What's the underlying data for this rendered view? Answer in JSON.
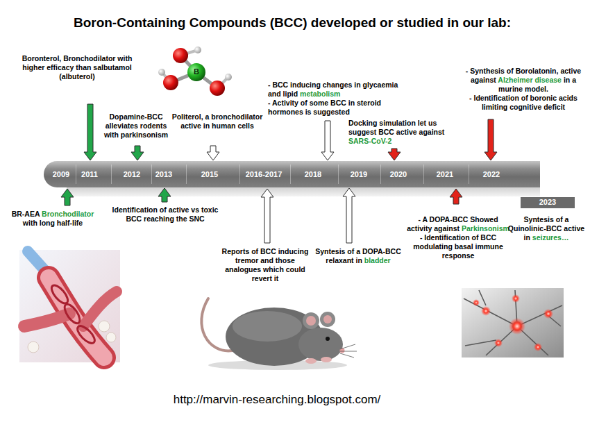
{
  "diagram": {
    "title": "Boron-Containing Compounds (BCC) developed or studied in our lab:",
    "nodes": [
      {
        "text": [
          "2009",
          "2011",
          "2012",
          "2013",
          "2015",
          "2016-2017",
          "2018",
          "2019",
          "2020",
          "2021",
          "2022"
        ]
      },
      {
        "text": [
          "2023"
        ]
      }
    ],
    "labels": [
      "Boronterol, Bronchodilator with higher efficacy than salbutamol (albuterol)",
      "Dopamine-BCC alleviates rodents with parkinsonism",
      "Politerol, a bronchodilator active in human cells",
      "- BCC inducing changes in glycaemia and lipid metabolism",
      "- Activity of some BCC in steroid hormones is suggested",
      "Docking simulation let us suggest BCC active against SARS-CoV-2",
      "- Synthesis of Borolatonin, active against Alzheimer disease in a murine model.",
      "- Identification of boronic acids limiting cognitive deficit",
      "BR-AEA Bronchodilator with long half-life",
      "Identification of active vs toxic BCC reaching the SNC",
      "Reports of BCC inducing tremor and those analogues which could revert it",
      "Syntesis of a DOPA-BCC relaxant in bladder",
      "- A DOPA-BCC Showed activity against Parkinsonism",
      "- Identification of BCC modulating basal immune response",
      "Syntesis of a Quinolinic-BCC active in seizures…",
      "B",
      "http://marvin-researching.blogspot.com/"
    ]
  }
}
